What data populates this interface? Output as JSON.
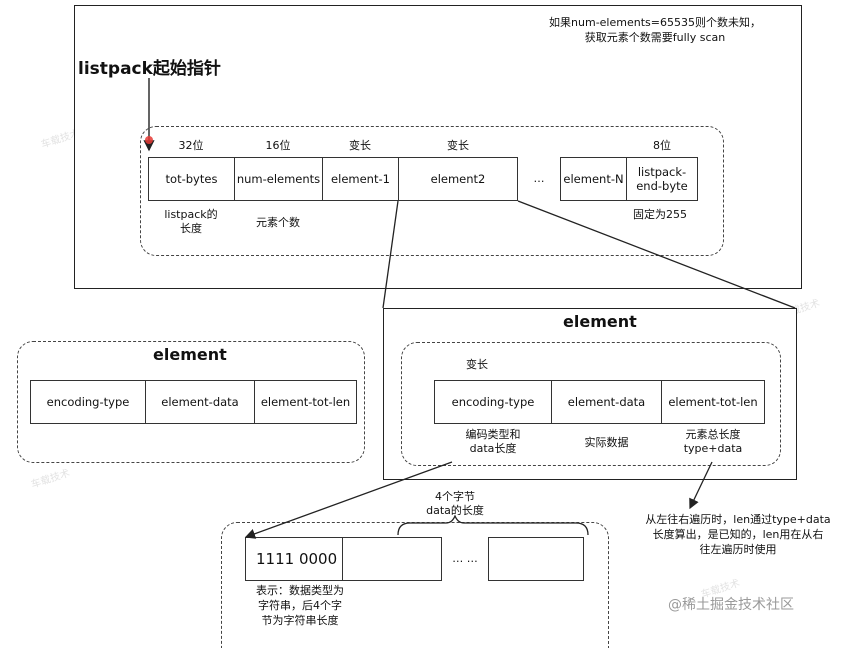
{
  "top_note": [
    "如果num-elements=65535则个数未知，",
    "获取元素个数需要fully scan"
  ],
  "start_pointer": "listpack起始指针",
  "top_row": {
    "headers": [
      "32位",
      "16位",
      "变长",
      "变长",
      "8位"
    ],
    "cells": [
      "tot-bytes",
      "num-elements",
      "element-1",
      "element2",
      "element-N",
      "listpack-end-byte"
    ],
    "ellipsis": "…",
    "notes": [
      "listpack的\n长度",
      "元素个数",
      "固定为255"
    ]
  },
  "element_left": {
    "title": "element",
    "cells": [
      "encoding-type",
      "element-data",
      "element-tot-len"
    ]
  },
  "element_right": {
    "title": "element",
    "var_label": "变长",
    "cells": [
      "encoding-type",
      "element-data",
      "element-tot-len"
    ],
    "notes": [
      "编码类型和\ndata长度",
      "实际数据",
      "元素总长度\ntype+data"
    ]
  },
  "traverse_note": [
    "从左往右遍历时，len通过type+data",
    "长度算出，是已知的，len用在从右",
    "往左遍历时使用"
  ],
  "bytes_label": [
    "4个字节",
    "data的长度"
  ],
  "encoding_example": {
    "first_cell": "1111 0000",
    "ellipsis": "… …",
    "explain": [
      "表示：数据类型为",
      "字符串，后4个字",
      "节为字符串长度"
    ]
  },
  "watermark_brand": "@稀土掘金技术社区"
}
